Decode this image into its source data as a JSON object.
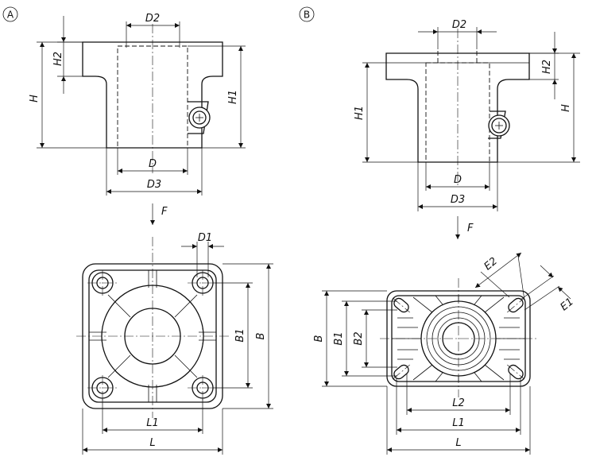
{
  "variant_a": {
    "label": "A",
    "side_view": {
      "dims": {
        "d2": "D2",
        "h2": "H2",
        "h": "H",
        "h1": "H1",
        "d": "D",
        "d3": "D3"
      }
    },
    "view_arrow": "F",
    "top_view": {
      "dims": {
        "d1": "D1",
        "b1": "B1",
        "b": "B",
        "l1": "L1",
        "l": "L"
      }
    }
  },
  "variant_b": {
    "label": "B",
    "side_view": {
      "dims": {
        "d2": "D2",
        "h1": "H1",
        "h2": "H2",
        "h": "H",
        "d": "D",
        "d3": "D3"
      }
    },
    "view_arrow": "F",
    "top_view": {
      "dims": {
        "e2": "E2",
        "e1": "E1",
        "b": "B",
        "b1": "B1",
        "b2": "B2",
        "l2": "L2",
        "l1": "L1",
        "l": "L"
      }
    }
  }
}
